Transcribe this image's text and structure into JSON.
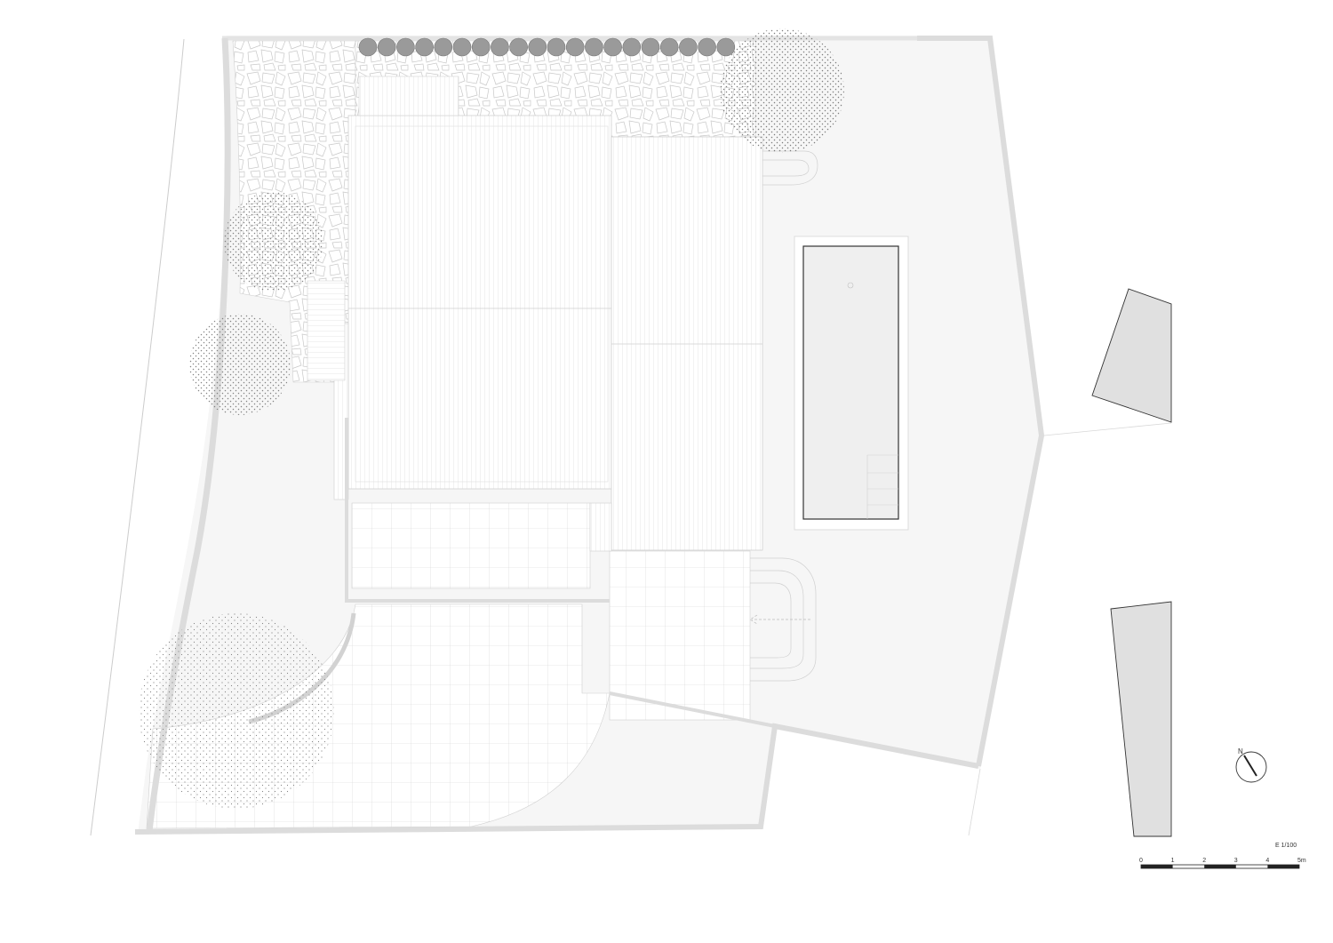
{
  "drawing": {
    "scale_label": "E 1/100",
    "north_label": "N",
    "scale_bar": {
      "ticks": [
        "0",
        "1",
        "2",
        "3",
        "4",
        "5m"
      ]
    }
  },
  "colors": {
    "site_fill": "#f6f6f6",
    "wall": "#dcdcdc",
    "line": "#c9c9c9",
    "hatch": "#d6d6d6",
    "tree_dot": "#6e6e6e",
    "pool_fill": "#efefef",
    "neighbour_fill": "#e0e0e0",
    "dark_line": "#333333"
  },
  "icons": {
    "tree": "tree-canopy-icon",
    "hedge": "hedge-shrub-icon",
    "north": "north-arrow-icon"
  }
}
